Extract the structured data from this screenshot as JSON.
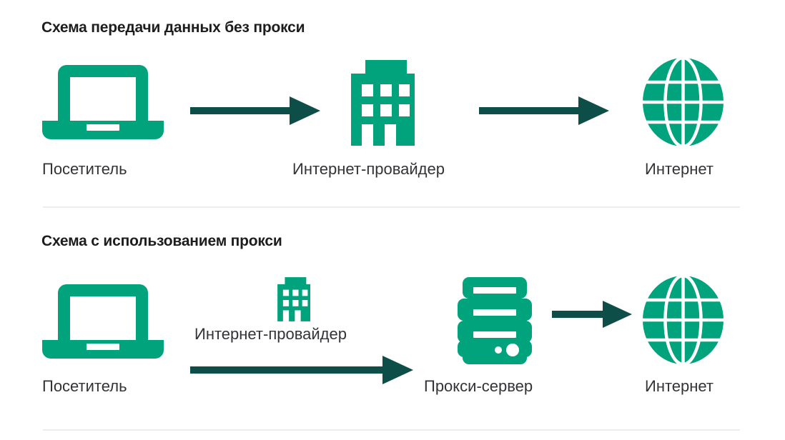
{
  "palette": {
    "green": "#00a37c",
    "arrow_dark": "#0d4f48",
    "title_text": "#1d1d1d",
    "label_text": "#333338",
    "divider": "#ececee",
    "background": "#ffffff"
  },
  "diagram": {
    "sections": [
      {
        "id": "without-proxy",
        "title": "Схема передачи данных без прокси",
        "nodes": [
          {
            "id": "visitor",
            "icon": "laptop-icon",
            "label": "Посетитель"
          },
          {
            "id": "isp",
            "icon": "building-icon",
            "label": "Интернет-провайдер"
          },
          {
            "id": "internet",
            "icon": "globe-icon",
            "label": "Интернет"
          }
        ],
        "arrows": [
          {
            "id": "visitor-to-isp",
            "from": "visitor",
            "to": "isp",
            "direction": "right"
          },
          {
            "id": "isp-to-internet",
            "from": "isp",
            "to": "internet",
            "direction": "right"
          }
        ]
      },
      {
        "id": "with-proxy",
        "title": "Схема с использованием прокси",
        "nodes": [
          {
            "id": "visitor2",
            "icon": "laptop-icon",
            "label": "Посетитель"
          },
          {
            "id": "isp2",
            "icon": "building-icon",
            "label": "Интернет-провайдер"
          },
          {
            "id": "proxy",
            "icon": "server-icon",
            "label": "Прокси-сервер"
          },
          {
            "id": "internet2",
            "icon": "globe-icon",
            "label": "Интернет"
          }
        ],
        "arrows": [
          {
            "id": "visitor-to-proxy",
            "from": "visitor2",
            "to": "proxy",
            "direction": "right"
          },
          {
            "id": "proxy-to-internet",
            "from": "proxy",
            "to": "internet2",
            "direction": "right"
          }
        ]
      }
    ]
  }
}
